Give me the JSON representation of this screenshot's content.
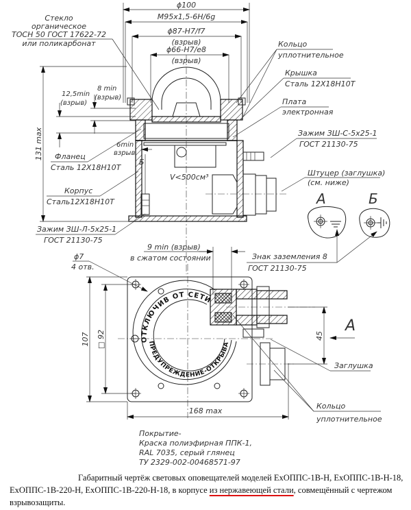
{
  "drawing": {
    "title": "Габаритный чертёж светового оповещателя",
    "side_view": {
      "dimensions": {
        "d100": "ϕ100",
        "thread": "M95x1,5-6H/6g",
        "d87": "ϕ87-H7/f7",
        "d87_note": "(взрыв)",
        "d66": "ϕ66-H7/e8",
        "d66_note": "(взрыв)",
        "h131": "131 max",
        "d12_5": "12,5min",
        "d12_5_note": "(взрыв)",
        "d8": "8 min",
        "d8_note": "(взрыв)",
        "d6": "6min",
        "d6_note": "взрыв",
        "volume": "V<500см³"
      },
      "callouts": [
        {
          "id": "glass",
          "lines": [
            "Стекло",
            "органическое",
            "ТОСН 50 ГОСТ 17622-72",
            "или поликарбонат"
          ]
        },
        {
          "id": "ring-top",
          "lines": [
            "Кольцо",
            "уплотнительное"
          ]
        },
        {
          "id": "cover",
          "lines": [
            "Крышка",
            "Сталь 12Х18Н10Т"
          ]
        },
        {
          "id": "board",
          "lines": [
            "Плата",
            "электронная"
          ]
        },
        {
          "id": "clamp-c",
          "lines": [
            "Зажим ЗШ-С-5х25-1",
            "ГОСТ 21130-75"
          ]
        },
        {
          "id": "fitting",
          "lines": [
            "Штуцер (заглушка)",
            "(см. ниже)"
          ]
        },
        {
          "id": "flange",
          "lines": [
            "Фланец",
            "Сталь 12Х18Н10Т"
          ]
        },
        {
          "id": "body",
          "lines": [
            "Корпус",
            "Сталь12Х18Н10Т"
          ]
        },
        {
          "id": "clamp-l",
          "lines": [
            "Зажим ЗШ-Л-5х25-1",
            "ГОСТ 21130-75"
          ]
        }
      ],
      "section_marks": {
        "b_label": "Б"
      }
    },
    "ground_views": {
      "a_label": "А",
      "b_label": "Б",
      "ground_callout": [
        "Знак заземления 8",
        "ГОСТ 21130-75"
      ]
    },
    "top_view": {
      "dimensions": {
        "hole": "ϕ7",
        "hole_count": "4 отв.",
        "gap": "9 min (взрыв)",
        "gap_note": "в сжатом состоянии",
        "h107": "107",
        "sq92": "□ 92",
        "w168": "168 max",
        "d45": "45"
      },
      "ring_text_top": "ОТКЛЮЧИВ ОТ СЕТИ",
      "ring_text_bottom": "ПРЕДУПРЕЖДЕНИЕ-ОТКРЫВАТЬ,",
      "view_a_arrow": "А",
      "callouts": [
        {
          "id": "plug",
          "lines": [
            "Заглушка"
          ]
        },
        {
          "id": "ring-bottom",
          "lines": [
            "Кольцо",
            "уплотнительное"
          ]
        }
      ]
    },
    "coating": [
      "Покрытие-",
      "Краска полиэфирная ППК-1,",
      "RAL 7035, серый глянец",
      "ТУ 2329-002-00468571-97"
    ]
  },
  "caption": {
    "part1": "Габаритный чертёж световых оповещателей моделей ЕхОППС-1В-Н, ЕхОППС-1В-Н-18, ЕхОППС-1В-220-Н, ЕхОППС-1В-220-Н-18, в корпусе ",
    "underlined": "из нержавеющей стали",
    "part2": ", совмещённый с чертежом взрывозащиты."
  },
  "colors": {
    "underline": "#dd1111",
    "ink": "#222222"
  }
}
